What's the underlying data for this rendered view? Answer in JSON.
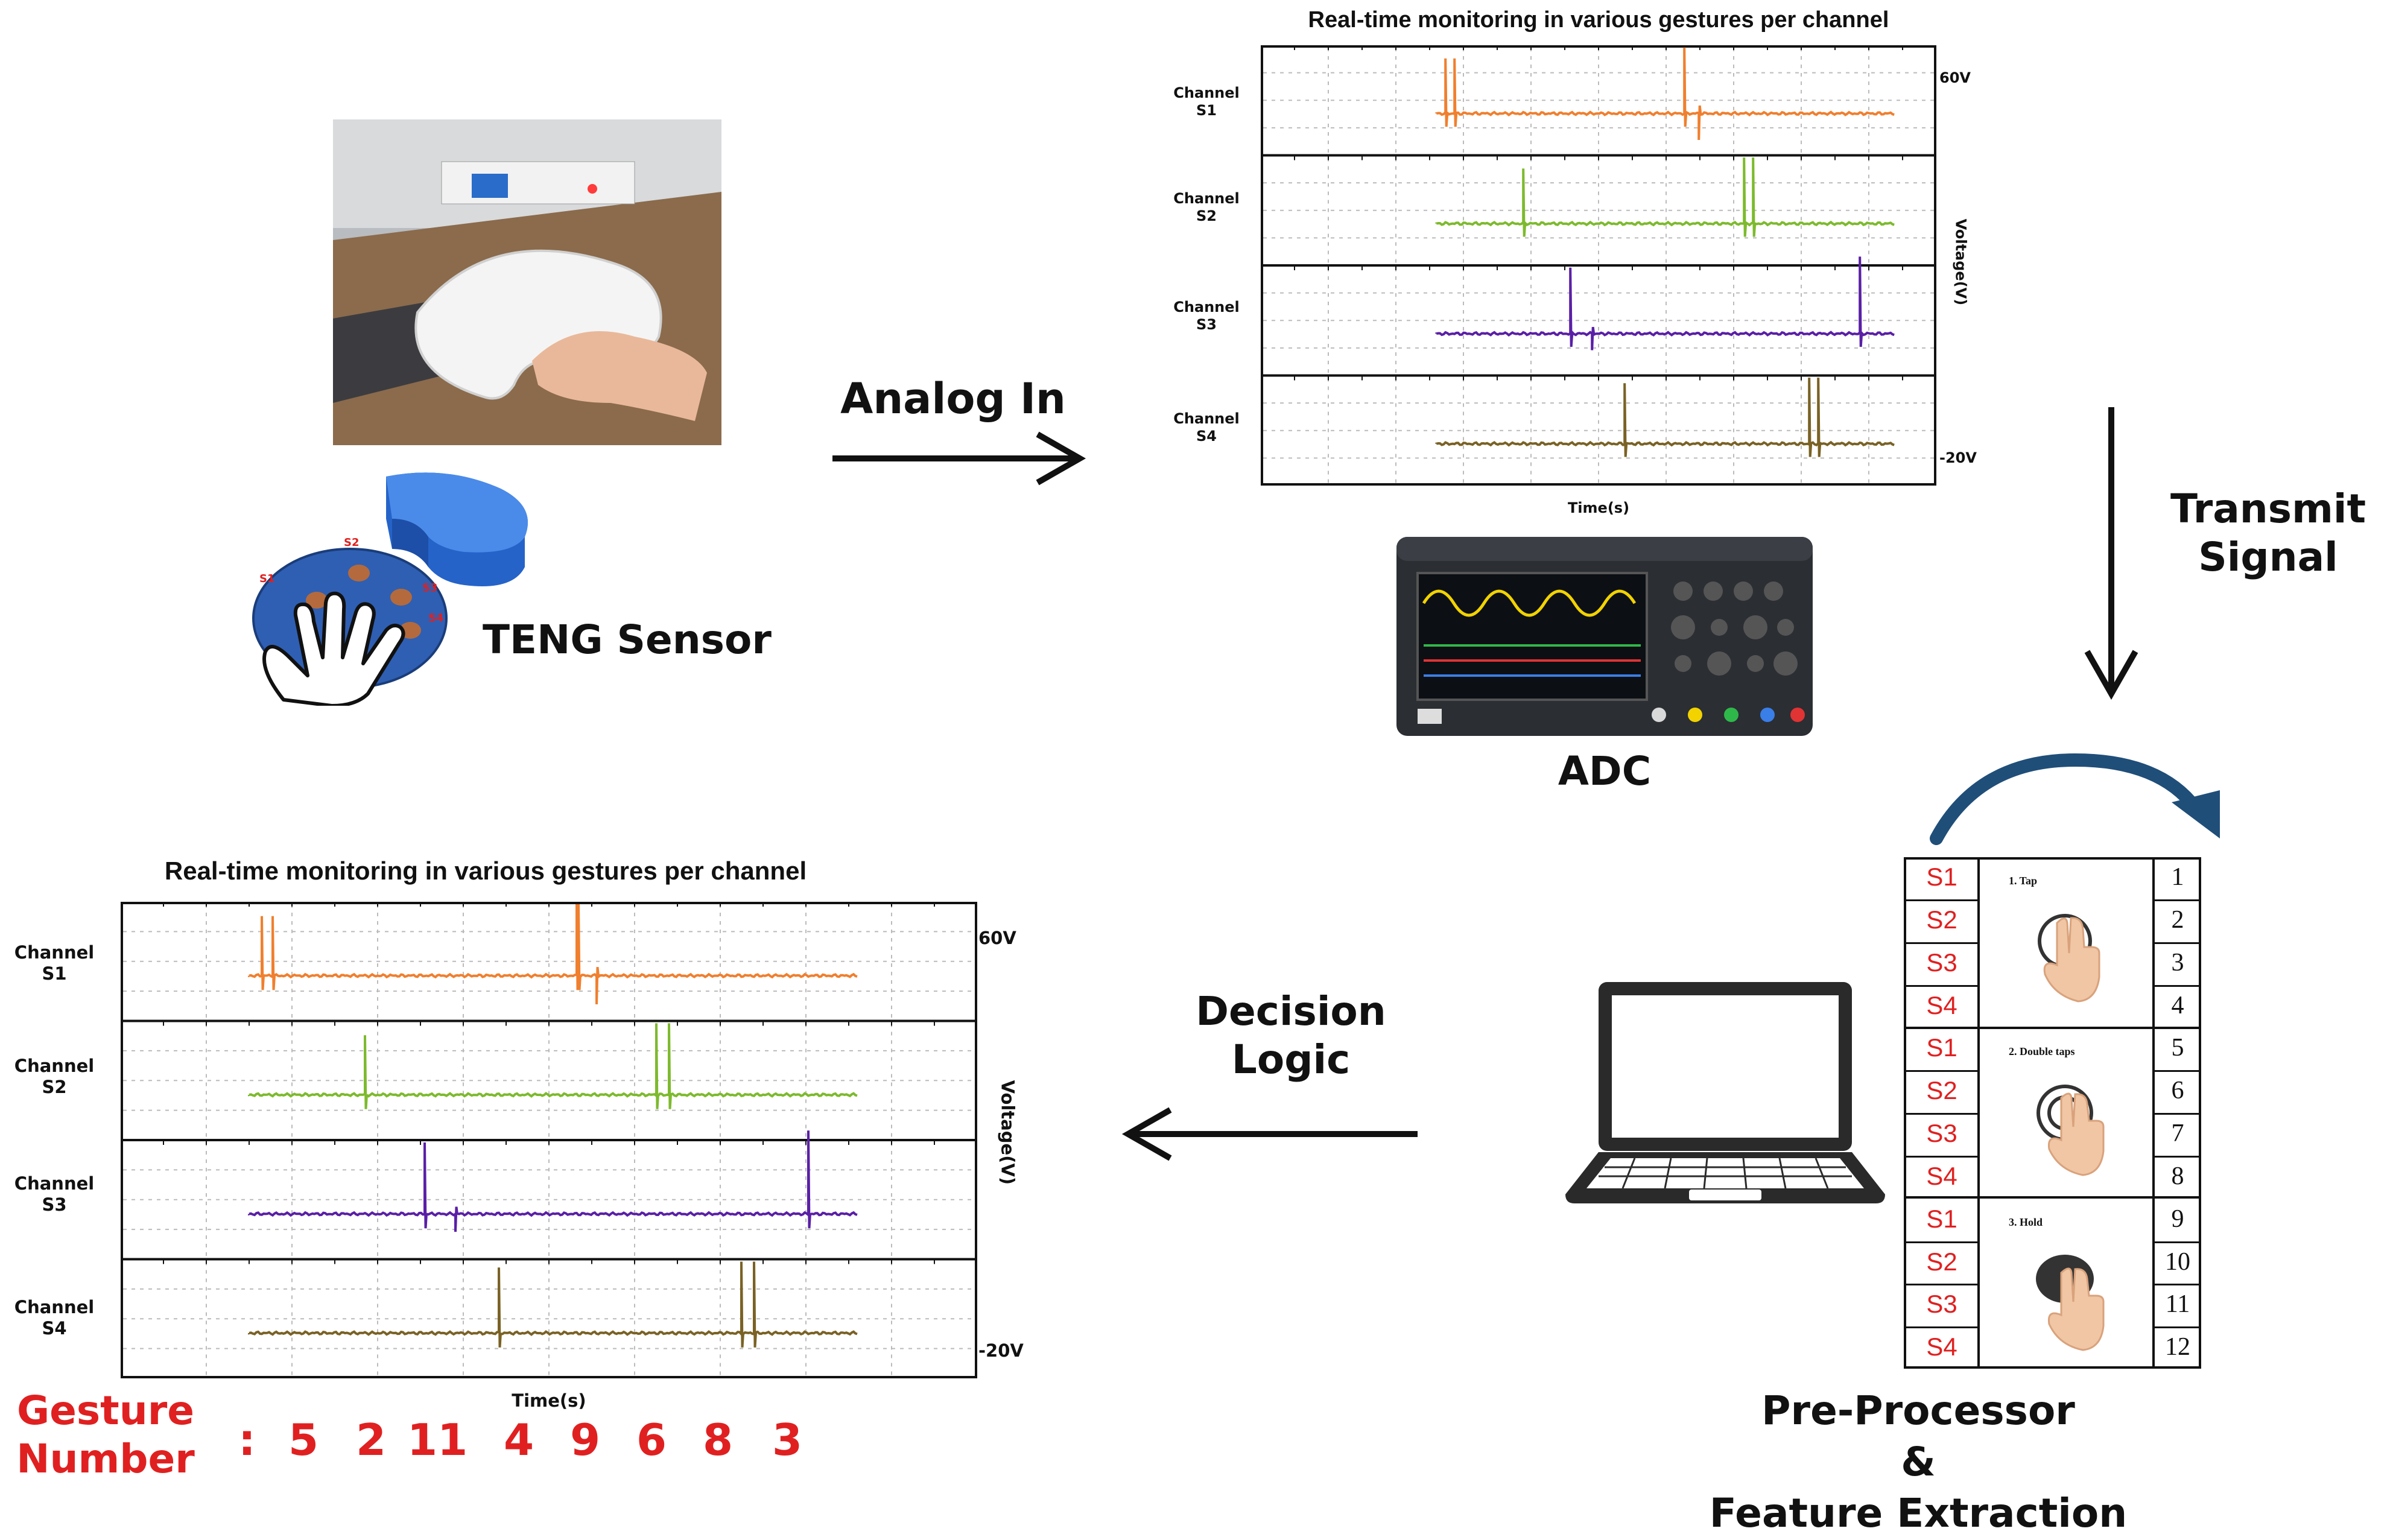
{
  "top_plot": {
    "title": "Real-time monitoring in various gestures per channel",
    "channel_labels": [
      "Channel\nS1",
      "Channel\nS2",
      "Channel\nS3",
      "Channel\nS4"
    ],
    "y_top": "60V",
    "y_bottom": "-20V",
    "y_axis": "Voltage(V)",
    "x_axis": "Time(s)"
  },
  "bottom_plot": {
    "title": "Real-time monitoring in various gestures per channel",
    "channel_labels": [
      "Channel\nS1",
      "Channel\nS2",
      "Channel\nS3",
      "Channel\nS4"
    ],
    "y_top": "60V",
    "y_bottom": "-20V",
    "y_axis": "Voltage(V)",
    "x_axis": "Time(s)"
  },
  "labels": {
    "analog_in": "Analog In",
    "transmit_signal_1": "Transmit",
    "transmit_signal_2": "Signal",
    "teng_sensor": "TENG Sensor",
    "adc": "ADC",
    "decision_1": "Decision",
    "decision_2": "Logic",
    "pre_1": "Pre-Processor",
    "pre_2": "&",
    "pre_3": "Feature Extraction",
    "gesture_1": "Gesture",
    "gesture_2": "Number",
    "gesture_colon": ":"
  },
  "gesture_numbers": [
    "5",
    "2",
    "11",
    "4",
    "9",
    "6",
    "8",
    "3"
  ],
  "sensor_pads": [
    "S1",
    "S2",
    "S3",
    "S4"
  ],
  "table": {
    "sensors": [
      "S1",
      "S2",
      "S3",
      "S4",
      "S1",
      "S2",
      "S3",
      "S4",
      "S1",
      "S2",
      "S3",
      "S4"
    ],
    "numbers": [
      "1",
      "2",
      "3",
      "4",
      "5",
      "6",
      "7",
      "8",
      "9",
      "10",
      "11",
      "12"
    ],
    "gestures": [
      "1. Tap",
      "2. Double taps",
      "3. Hold"
    ]
  },
  "colors": {
    "s1": "#f07f2e",
    "s2": "#7dba2d",
    "s3": "#5a1fa6",
    "s4": "#7a6225",
    "accent_red": "#e02020",
    "arrow_blue": "#1f4e79",
    "sensor_blue": "#2f5fb3"
  }
}
